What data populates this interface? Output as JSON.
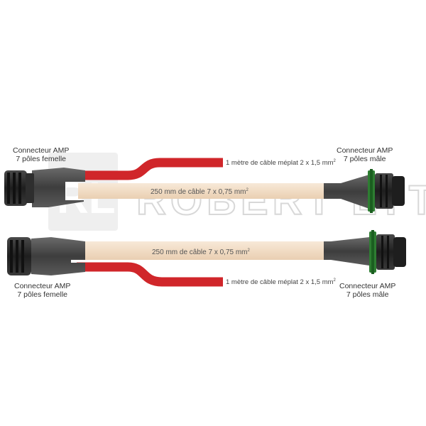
{
  "watermark": {
    "logo_letters": "RL",
    "text": "ROBERT LYT"
  },
  "colors": {
    "red_cable": "#d0262a",
    "beige_cable": "#f4e2cc",
    "connector_dark": "#2b2b2b",
    "overmold": "#555555",
    "green_seal": "#2e7d32"
  },
  "assembly_top": {
    "left_connector": {
      "line1": "Connecteur AMP",
      "line2": "7 pôles femelle",
      "icon": "amp-female-connector"
    },
    "right_connector": {
      "line1": "Connecteur AMP",
      "line2": "7 pôles mâle",
      "icon": "amp-male-connector"
    },
    "red_cable_label": "1 mètre de câble méplat 2 x 1,5 mm",
    "red_cable_sup": "2",
    "beige_cable_label": "250 mm de câble 7 x 0,75  mm",
    "beige_cable_sup": "2"
  },
  "assembly_bottom": {
    "left_connector": {
      "line1": "Connecteur AMP",
      "line2": "7 pôles femelle",
      "icon": "amp-female-connector"
    },
    "right_connector": {
      "line1": "Connecteur AMP",
      "line2": "7 pôles mâle",
      "icon": "amp-male-connector"
    },
    "red_cable_label": "1 mètre de câble méplat 2 x 1,5 mm",
    "red_cable_sup": "2",
    "beige_cable_label": "250 mm de câble 7 x 0,75  mm",
    "beige_cable_sup": "2"
  }
}
